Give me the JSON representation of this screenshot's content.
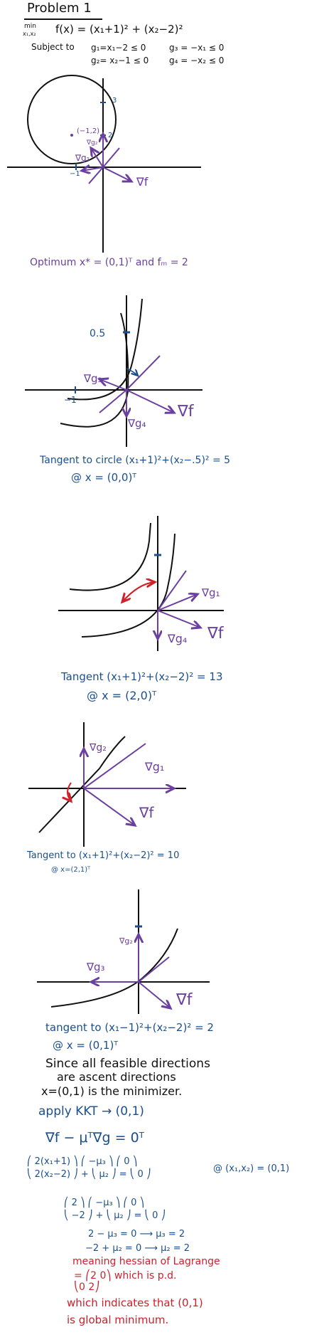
{
  "header": {
    "title": "Problem 1",
    "min_word": "min",
    "min_vars": "x₁,x₂",
    "objective": "f(x) = (x₁+1)² + (x₂−2)²",
    "subject_to": "Subject to",
    "g1": "g₁=x₁−2 ≤ 0",
    "g3": "g₃ = −x₁ ≤ 0",
    "g2": "g₂= x₂−1 ≤ 0",
    "g4": "g₄ = −x₂ ≤ 0"
  },
  "fig1": {
    "tick_3": "3",
    "point_label": "(−1,2)",
    "tick_2": "2",
    "grad_g1": "∇g₁",
    "grad_g2": "∇g₂",
    "tick_neg1": "−1",
    "grad_f": "∇f",
    "caption": "Optimum  x* = (0,1)ᵀ  and fₘ = 2"
  },
  "fig2": {
    "tick_05": "0.5",
    "grad_g3": "∇g₃",
    "tick_neg1": "−1",
    "grad_g4": "∇g₄",
    "grad_f": "∇f",
    "caption_line1": "Tangent to circle (x₁+1)²+(x₂−.5)² = 5",
    "caption_line2": "@ x = (0,0)ᵀ"
  },
  "fig3": {
    "grad_g1": "∇g₁",
    "grad_g4": "∇g₄",
    "grad_f": "∇f",
    "caption_line1": "Tangent  (x₁+1)²+(x₂−2)² = 13",
    "caption_line2": "@ x = (2,0)ᵀ"
  },
  "fig4": {
    "grad_g2": "∇g₂",
    "grad_g1": "∇g₁",
    "grad_f": "∇f",
    "caption_line1": "Tangent to (x₁+1)²+(x₂−2)² = 10",
    "caption_line2": "@ x=(2,1)ᵀ"
  },
  "fig5": {
    "grad_g2": "∇g₂",
    "grad_g3": "∇g₃",
    "grad_f": "∇f",
    "caption_line1": "tangent  to  (x₁−1)²+(x₂−2)² = 2",
    "caption_line2": "@   x = (0,1)ᵀ"
  },
  "conclusion": {
    "line1": "Since all feasible directions",
    "line2": "are ascent directions",
    "line3": "x=(0,1) is the minimizer."
  },
  "kkt": {
    "apply": "apply KKT → (0,1)",
    "eq_main": "∇f − μᵀ∇g = 0ᵀ",
    "mat_top": "⎛ 2(x₁+1) ⎞   ⎛ −μ₃ ⎞   ⎛ 0 ⎞",
    "mat_bot": "⎝ 2(x₂−2) ⎠ + ⎝  μ₂ ⎠ = ⎝ 0 ⎠",
    "at_point": "@ (x₁,x₂) = (0,1)",
    "sub_top": "⎛ 2 ⎞   ⎛ −μ₃ ⎞   ⎛ 0 ⎞",
    "sub_bot": "⎝ −2 ⎠ + ⎝ μ₂ ⎠ = ⎝ 0 ⎠",
    "sol1": "2 − μ₃ = 0  ⟶  μ₃ = 2",
    "sol2": "−2 + μ₂ = 0  ⟶  μ₂ = 2"
  },
  "hessian": {
    "line1": "meaning hessian of Lagrange",
    "line2": "= ⎛2 0⎞ which is p.d.",
    "line2b": "  ⎝0 2⎠",
    "line3": "which indicates that (0,1)",
    "line4": "is global minimum."
  },
  "colors": {
    "ink_black": "#111111",
    "ink_purple": "#6b3fa0",
    "ink_blue": "#1a4f8f",
    "ink_red": "#d0202a"
  }
}
